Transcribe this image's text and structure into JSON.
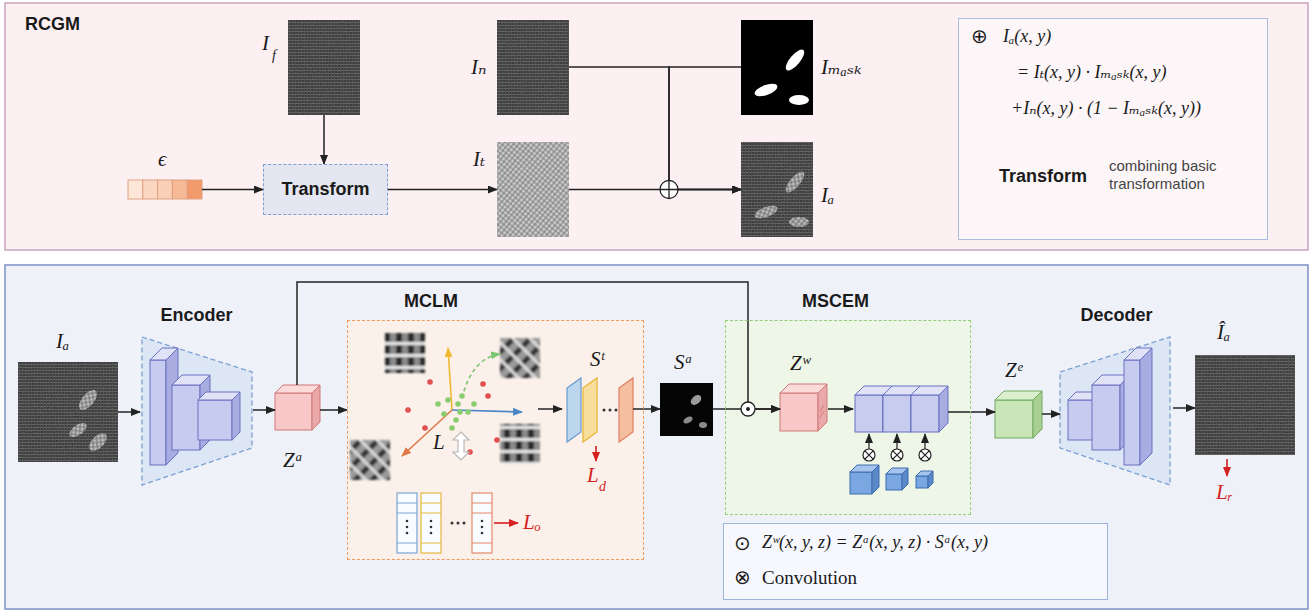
{
  "diagram": {
    "nodes": [
      {
        "text": [
          "RCGM"
        ]
      },
      {
        "text": [
          "I",
          "f"
        ],
        "in": 0
      },
      {
        "text": [
          "ϵ"
        ],
        "in": 0
      },
      {
        "text": [
          "Transform"
        ],
        "in": 0
      },
      {
        "text": [
          "Iₙ"
        ],
        "in": 0
      },
      {
        "text": [
          "Iₜ"
        ],
        "in": 0
      },
      {
        "text": [
          "Iₘₐₛₖ"
        ],
        "in": 0
      },
      {
        "text": [
          "Iₐ"
        ],
        "in": 0
      },
      {
        "text": [
          "⊕",
          "Iₐ(x, y)",
          "= Iₜ(x, y) · Iₘₐₛₖ(x, y)",
          "+Iₙ(x, y) · (1 − Iₘₐₛₖ(x, y))",
          "Transform",
          "combining basic transformation"
        ],
        "in": 0
      },
      {
        "text": [
          "Iₐ"
        ]
      },
      {
        "text": [
          "Encoder"
        ]
      },
      {
        "text": [
          "Zᵃ"
        ]
      },
      {
        "text": [
          "MCLM"
        ]
      },
      {
        "text": [
          "Sᵗ"
        ],
        "in": 12
      },
      {
        "text": [
          "L"
        ],
        "in": 12
      },
      {
        "text": [
          "Sᵃ"
        ]
      },
      {
        "text": [
          "MSCEM"
        ]
      },
      {
        "text": [
          "Zʷ"
        ],
        "in": 16
      },
      {
        "text": [
          "Zᵉ"
        ]
      },
      {
        "text": [
          "Decoder"
        ]
      },
      {
        "text": [
          "Îₐ"
        ]
      },
      {
        "text": [
          "⊙",
          "Zʷ(x, y, z) = Zᵃ(x, y, z) · Sᵃ(x, y)",
          "⊗",
          "Convolution"
        ]
      }
    ],
    "edges": [
      {
        "from": 1,
        "to": 3,
        "arrow": "to"
      },
      {
        "from": 2,
        "to": 3,
        "arrow": "to"
      },
      {
        "from": 3,
        "to": 5,
        "arrow": "to"
      },
      {
        "from": 5,
        "to": 7,
        "arrow": "to"
      },
      {
        "from": 4,
        "to": 7,
        "arrow": "to"
      },
      {
        "from": 6,
        "to": 7,
        "arrow": "to"
      },
      {
        "from": 9,
        "to": 10,
        "arrow": "to"
      },
      {
        "from": 10,
        "to": 11,
        "arrow": "to"
      },
      {
        "from": 11,
        "to": 12,
        "arrow": "to"
      },
      {
        "from": 11,
        "to": 17,
        "arrow": "to"
      },
      {
        "from": 13,
        "to": 15,
        "arrow": "to"
      },
      {
        "from": 15,
        "to": 17,
        "arrow": "to"
      },
      {
        "from": 16,
        "to": 18,
        "arrow": "to"
      },
      {
        "from": 18,
        "to": 19,
        "arrow": "to"
      },
      {
        "from": 19,
        "to": 20,
        "arrow": "to"
      }
    ],
    "labels": [
      "L",
      "d",
      "Lₒ",
      "Lᵣ"
    ]
  }
}
